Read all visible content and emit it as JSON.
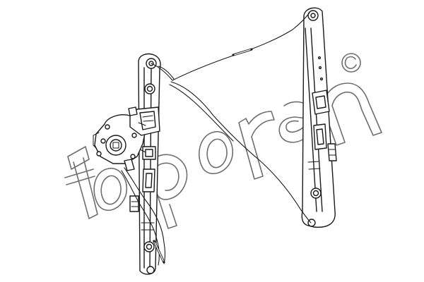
{
  "brand": {
    "watermark_text": "topran",
    "copyright_symbol": "©"
  },
  "diagram": {
    "subject": "window-regulator",
    "icons": [
      "copyright-icon",
      "topran-watermark-logo"
    ],
    "colors": {
      "line": "#1a1a1a",
      "watermark": "#6f6f6f",
      "background": "#ffffff"
    }
  }
}
